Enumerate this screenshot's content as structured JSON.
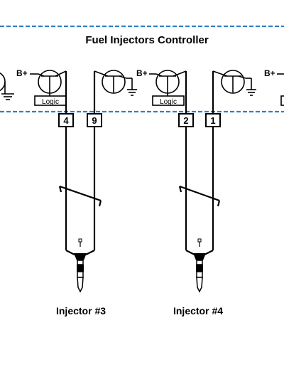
{
  "title": "Fuel Injectors Controller",
  "bplus_label": "B+",
  "logic_label": "Logic",
  "pins": [
    "4",
    "9",
    "2",
    "1"
  ],
  "injectors": [
    {
      "label": "Injector #3"
    },
    {
      "label": "Injector #4"
    }
  ],
  "colors": {
    "boundary": "#2e7fc8",
    "line": "#000000"
  }
}
